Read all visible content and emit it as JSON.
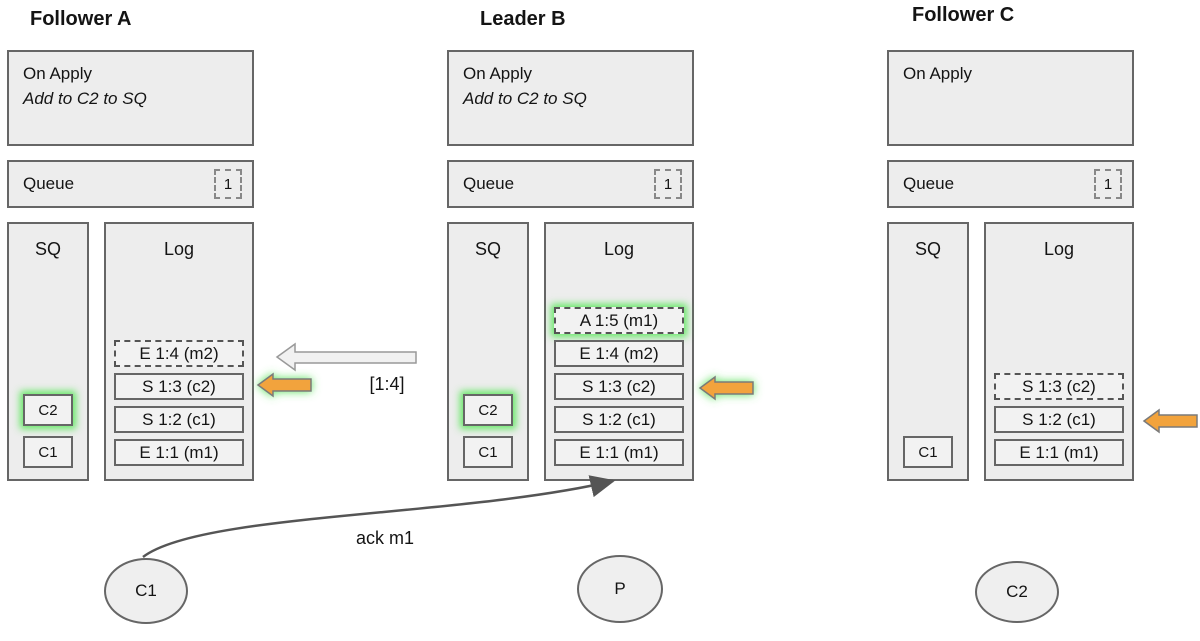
{
  "diagram": {
    "nodes": [
      {
        "id": "follower-a",
        "title": "Follower A",
        "on_apply": {
          "title": "On Apply",
          "detail": "Add to C2 to SQ"
        },
        "queue": {
          "label": "Queue",
          "count": "1"
        },
        "sq": {
          "label": "SQ",
          "items": [
            {
              "text": "C2",
              "glow": true
            },
            {
              "text": "C1",
              "glow": false
            }
          ]
        },
        "log": {
          "label": "Log",
          "entries": [
            {
              "text": "E 1:4 (m2)",
              "dashed": true,
              "glow": false
            },
            {
              "text": "S 1:3 (c2)",
              "dashed": false,
              "glow": false
            },
            {
              "text": "S 1:2 (c1)",
              "dashed": false,
              "glow": false
            },
            {
              "text": "E 1:1 (m1)",
              "dashed": false,
              "glow": false
            }
          ]
        }
      },
      {
        "id": "leader-b",
        "title": "Leader B",
        "on_apply": {
          "title": "On Apply",
          "detail": "Add to C2 to SQ"
        },
        "queue": {
          "label": "Queue",
          "count": "1"
        },
        "sq": {
          "label": "SQ",
          "items": [
            {
              "text": "C2",
              "glow": true
            },
            {
              "text": "C1",
              "glow": false
            }
          ]
        },
        "log": {
          "label": "Log",
          "entries": [
            {
              "text": "A 1:5 (m1)",
              "dashed": true,
              "glow": true
            },
            {
              "text": "E 1:4 (m2)",
              "dashed": false,
              "glow": false
            },
            {
              "text": "S 1:3 (c2)",
              "dashed": false,
              "glow": false
            },
            {
              "text": "S 1:2 (c1)",
              "dashed": false,
              "glow": false
            },
            {
              "text": "E 1:1 (m1)",
              "dashed": false,
              "glow": false
            }
          ]
        }
      },
      {
        "id": "follower-c",
        "title": "Follower C",
        "on_apply": {
          "title": "On Apply",
          "detail": ""
        },
        "queue": {
          "label": "Queue",
          "count": "1"
        },
        "sq": {
          "label": "SQ",
          "items": [
            {
              "text": "C1",
              "glow": false
            }
          ]
        },
        "log": {
          "label": "Log",
          "entries": [
            {
              "text": "S 1:3 (c2)",
              "dashed": true,
              "glow": false
            },
            {
              "text": "S 1:2 (c1)",
              "dashed": false,
              "glow": false
            },
            {
              "text": "E 1:1 (m1)",
              "dashed": false,
              "glow": false
            }
          ]
        }
      }
    ],
    "arrows": {
      "replicate_label": "[1:4]",
      "ack_label": "ack m1"
    },
    "actors": [
      {
        "text": "C1"
      },
      {
        "text": "P"
      },
      {
        "text": "C2"
      }
    ],
    "colors": {
      "arrow_orange": "#f2a33c",
      "arrow_white": "#f1f1f1",
      "glow_green": "#4ee04e",
      "ack_stroke": "#555555"
    }
  }
}
